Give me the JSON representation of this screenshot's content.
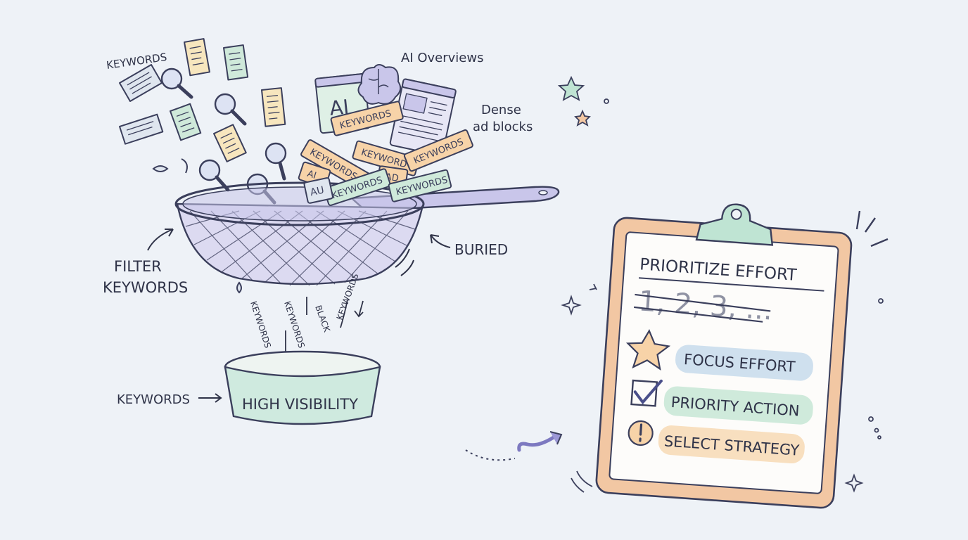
{
  "labels": {
    "keywords_top": "KEYWORDS",
    "ai_overviews": "AI Overviews",
    "dense_line1": "Dense",
    "dense_line2": "ad blocks",
    "buried": "BURIED",
    "filter_line1": "FILTER",
    "filter_line2": "KEYWORDS",
    "keywords_bottom": "KEYWORDS",
    "bowl": "HIGH VISIBILITY"
  },
  "falling": {
    "f1": "KEYWORDS",
    "f2": "KEYWORDS",
    "f3": "BLACK",
    "f4": "KEYWORDS"
  },
  "chips": {
    "ai_panel": "AI",
    "c1": "KEYWORDS",
    "c2": "KEYWORDS",
    "c3": "KEYWORD",
    "c4": "KEYWORDS",
    "c5": "AI",
    "c6": "AD",
    "c7": "KEYWORDS",
    "c8": "KEYWORDS",
    "c9": "AU"
  },
  "clipboard": {
    "title": "PRIORITIZE EFFORT",
    "numbers": "1, 2, 3, ...",
    "items": [
      {
        "label": "FOCUS EFFORT",
        "icon": "star-icon",
        "color": "#cfe0ee"
      },
      {
        "label": "PRIORITY ACTION",
        "icon": "checkbox-icon",
        "color": "#cfeadb"
      },
      {
        "label": "SELECT STRATEGY",
        "icon": "exclamation-icon",
        "color": "#f8dfbf"
      }
    ]
  },
  "colors": {
    "strainer": "#c9c6ea",
    "strainer_stroke": "#3b3f5c",
    "bowl": "#cfeadf",
    "clipboard_frame": "#f2c7a3",
    "clip": "#bfe4d3",
    "chip_orange": "#f7d3a8",
    "chip_green": "#cfe9da",
    "paper_yellow": "#f7e6be"
  }
}
